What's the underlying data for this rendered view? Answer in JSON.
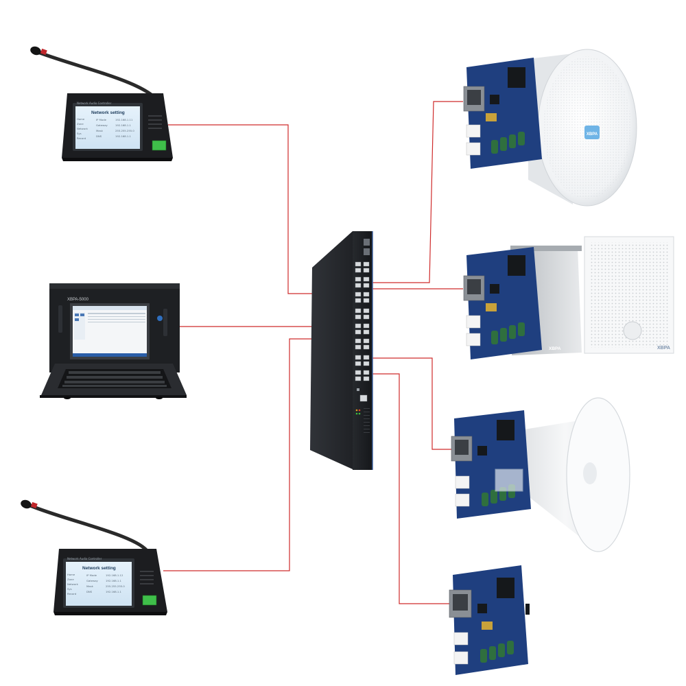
{
  "paging_stations": [
    {
      "header": "Network Audio Controller",
      "screen_title": "Network setting",
      "menu": [
        "Home",
        "Zone",
        "Network",
        "Sys",
        "Record"
      ],
      "rows": [
        {
          "label": "IP Mode",
          "value": "192.168.1.11"
        },
        {
          "label": "Gateway",
          "value": "192.168.1.1"
        },
        {
          "label": "Mask",
          "value": "255.255.255.0"
        },
        {
          "label": "DNS",
          "value": "192.168.1.1"
        }
      ]
    },
    {
      "header": "Network Audio Controller",
      "screen_title": "Network setting",
      "menu": [
        "Home",
        "Zone",
        "Network",
        "Sys",
        "Record"
      ],
      "rows": [
        {
          "label": "IP Mode",
          "value": "192.168.1.12"
        },
        {
          "label": "Gateway",
          "value": "192.168.1.1"
        },
        {
          "label": "Mask",
          "value": "255.255.255.0"
        },
        {
          "label": "DNS",
          "value": "192.168.1.1"
        }
      ]
    }
  ],
  "rack_server": {
    "label": "XBPA-5000"
  },
  "speakers": {
    "ceiling_logo": "XBPA",
    "wall_logo": "XBPA",
    "box_logo": "XBPA"
  },
  "colors": {
    "cable": "#cf2a2a",
    "board": "#1f3f7f",
    "switch_body": "#1c1e21"
  }
}
